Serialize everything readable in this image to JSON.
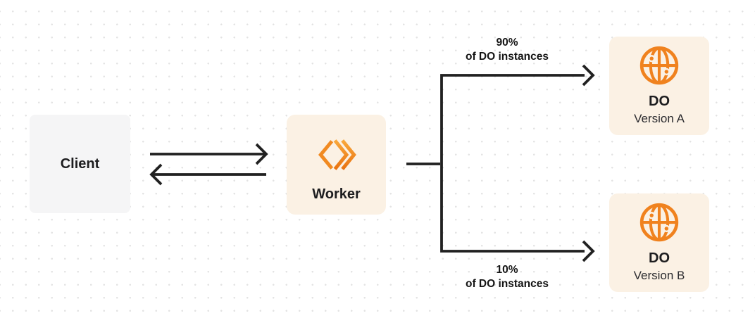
{
  "nodes": {
    "client": {
      "label": "Client"
    },
    "worker": {
      "label": "Worker",
      "icon": "workers-icon"
    },
    "do_version_a": {
      "title": "DO",
      "subtitle": "Version A",
      "icon": "durable-object-globe-icon"
    },
    "do_version_b": {
      "title": "DO",
      "subtitle": "Version B",
      "icon": "durable-object-globe-icon"
    }
  },
  "edges": {
    "client_worker": {
      "type": "bidirectional-arrows"
    },
    "route_a": {
      "percent": "90%",
      "caption": "of DO instances",
      "target": "do_version_a"
    },
    "route_b": {
      "percent": "10%",
      "caption": "of DO instances",
      "target": "do_version_b"
    }
  },
  "colors": {
    "canvas_bg": "#ffffff",
    "dot_color": "#e3e3e3",
    "line_color": "#212121",
    "client_bg": "#f5f5f6",
    "card_bg": "#fbf1e4",
    "accent_orange": "#f0821e",
    "accent_orange_light": "#f9a83c",
    "accent_orange_dark": "#e97310",
    "title_color": "#1d1d1f",
    "subtitle_color": "#2a2a2e",
    "label_color": "#141414"
  }
}
